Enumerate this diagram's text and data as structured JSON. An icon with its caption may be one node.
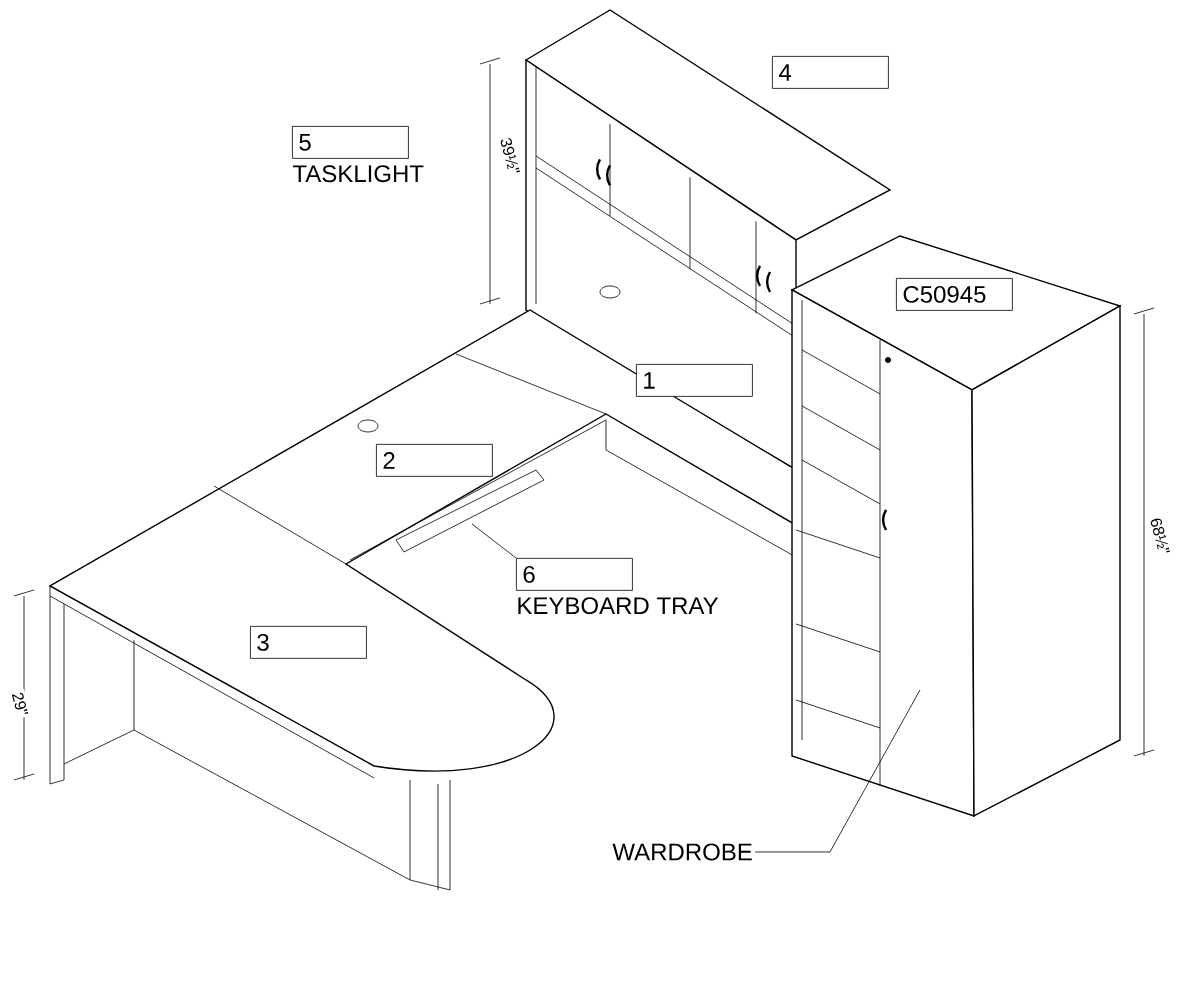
{
  "diagram": {
    "nodes": [
      {
        "text": [
          "1"
        ]
      },
      {
        "text": [
          "2"
        ]
      },
      {
        "text": [
          "3"
        ]
      },
      {
        "text": [
          "4"
        ]
      },
      {
        "text": [
          "5"
        ],
        "beside": [
          "TASKLIGHT"
        ]
      },
      {
        "text": [
          "6"
        ],
        "beside": [
          "KEYBOARD TRAY"
        ]
      },
      {
        "text": [
          "C50945"
        ]
      },
      {
        "text": [
          "WARDROBE"
        ]
      }
    ],
    "edges": [
      {
        "from": 5,
        "to": null,
        "arrow": "none"
      },
      {
        "from": 7,
        "to": null,
        "arrow": "none"
      }
    ],
    "labels": [
      "39½\"",
      "68½\"",
      "29\""
    ]
  }
}
